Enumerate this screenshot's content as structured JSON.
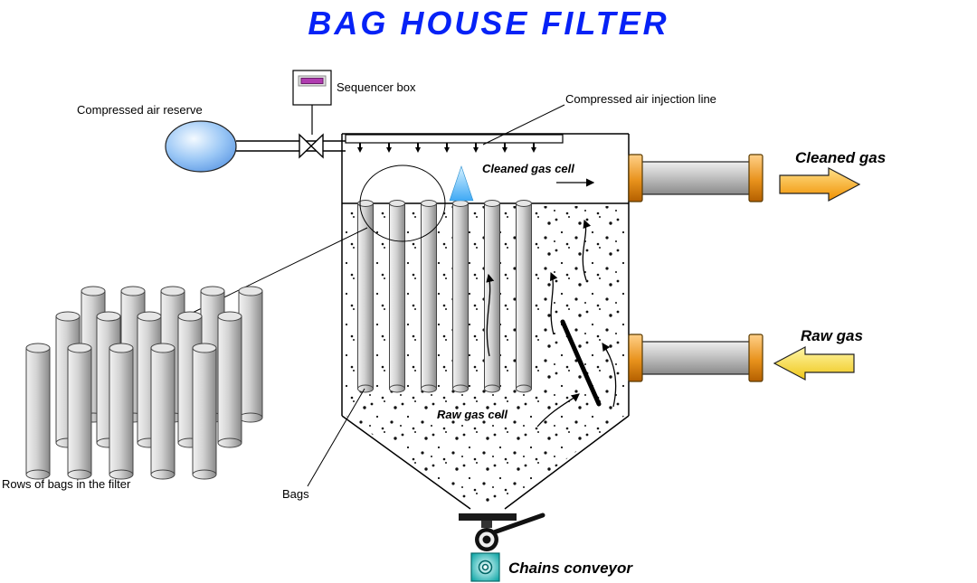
{
  "title": "BAG HOUSE FILTER",
  "labels": {
    "sequencer_box": "Sequencer box",
    "compressed_air_reserve": "Compressed air reserve",
    "compressed_air_injection_line": "Compressed air injection line",
    "cleaned_gas_cell": "Cleaned gas cell",
    "raw_gas_cell": "Raw gas cell",
    "cleaned_gas": "Cleaned gas",
    "raw_gas": "Raw gas",
    "rows_of_bags": "Rows of bags in the filter",
    "bags": "Bags",
    "chains_conveyor": "Chains conveyor"
  },
  "diagram": {
    "housing_bag_count": 6,
    "left_cluster_rows": 3,
    "left_cluster_bags_per_row": 5,
    "injection_nozzle_count": 7
  },
  "colors": {
    "title_blue": "#0622F6",
    "flange_orange": "#E8921C",
    "cleaned_gas_arrow": "#F09000",
    "raw_gas_arrow": "#EFC719",
    "air_reserve_blue": "#9CC8F6",
    "sequencer_indicator_magenta": "#B03CB0",
    "spray_blue": "#3FA9F5",
    "conveyor_teal": "#00A0A0",
    "bag_gray": "#C9C9C9"
  }
}
